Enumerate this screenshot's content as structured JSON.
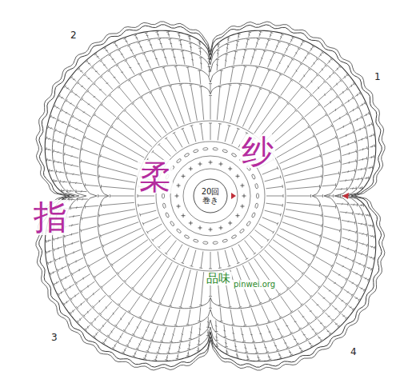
{
  "diagram": {
    "nodes": [
      {
        "text": [
          "20回 巻き"
        ]
      }
    ],
    "labels": [
      "2",
      "1",
      "3",
      "4",
      "指",
      "柔",
      "纱",
      "品味",
      "pinwei.org"
    ]
  }
}
